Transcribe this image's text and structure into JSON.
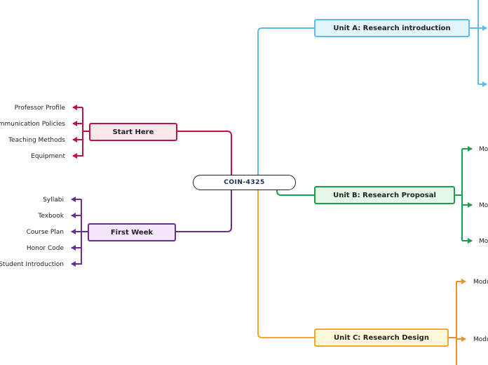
{
  "center": {
    "label": "COIN-4325"
  },
  "colors": {
    "red": "#c0143c",
    "purple": "#6b2d92",
    "blue": "#5bbde8",
    "green": "#13a34a",
    "orange": "#f4a52a",
    "orange_arrow": "#e8902a"
  },
  "branches": {
    "start_here": {
      "label": "Start Here",
      "items": [
        "Professor Profile",
        "mmunication Policies",
        "Teaching Methods",
        "Equipment"
      ]
    },
    "first_week": {
      "label": "First Week",
      "items": [
        "Syllabi",
        "Texbook",
        "Course Plan",
        "Honor Code",
        "Student Introduction"
      ]
    },
    "unit_a": {
      "label": "Unit A: Research introduction"
    },
    "unit_b": {
      "label": "Unit B: Research Proposal",
      "items": [
        "Mo",
        "Mo",
        "Mo"
      ]
    },
    "unit_c": {
      "label": "Unit C: Research Design",
      "items": [
        "Modu",
        "Modu"
      ]
    }
  }
}
